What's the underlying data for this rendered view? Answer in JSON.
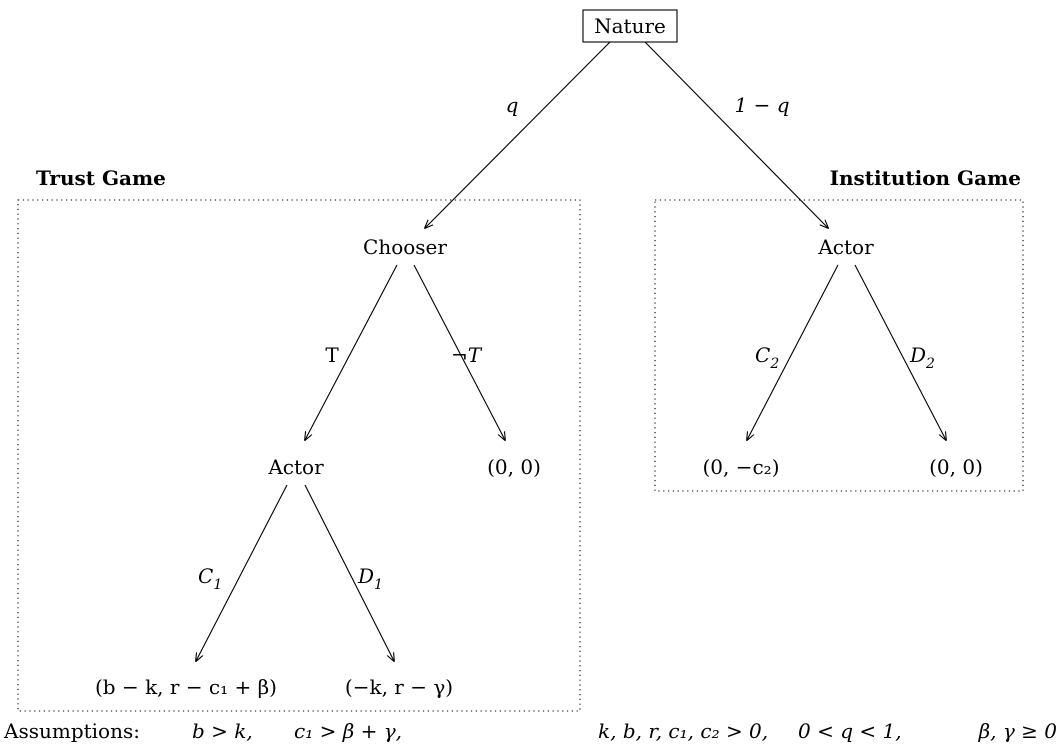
{
  "root": {
    "label": "Nature"
  },
  "panels": {
    "trust": {
      "title": "Trust Game"
    },
    "institution": {
      "title": "Institution Game"
    }
  },
  "nodes": {
    "chooser": "Chooser",
    "actor_trust": "Actor",
    "actor_institution": "Actor"
  },
  "edges": {
    "nature_trust": "q",
    "nature_institution": "1 − q",
    "trust": "T",
    "not_trust": "¬T",
    "cooperate1": "C",
    "cooperate1_sub": "1",
    "defect1": "D",
    "defect1_sub": "1",
    "cooperate2": "C",
    "cooperate2_sub": "2",
    "defect2": "D",
    "defect2_sub": "2"
  },
  "payoffs": {
    "not_trust": "(0, 0)",
    "cooperate1": "(b − k, r − c₁ + β)",
    "defect1": "(−k, r − γ)",
    "cooperate2": "(0, −c₂)",
    "defect2": "(0, 0)"
  },
  "assumptions": {
    "label": "Assumptions:",
    "cond1": "b > k,",
    "cond2": "c₁ > β + γ,",
    "cond3": "k, b, r, c₁, c₂ > 0,",
    "cond4": "0 < q < 1,",
    "cond5": "β, γ ≥ 0"
  }
}
